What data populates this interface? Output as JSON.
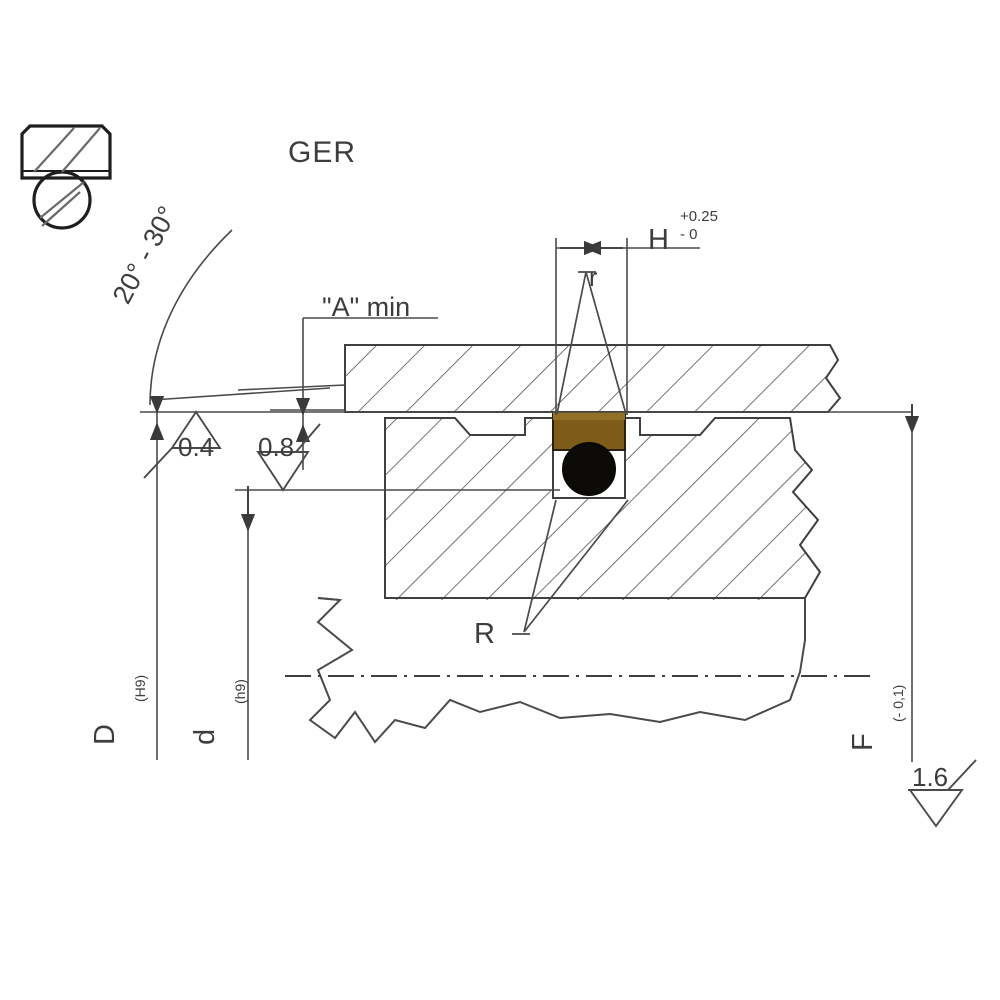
{
  "drawing": {
    "type": "engineering-cross-section",
    "title_code": "GER",
    "description": "Seal groove housing cross-section with rectangular seal ring and O-ring energizer",
    "colors": {
      "line": "#4a4a4a",
      "line_dark": "#2e2e2e",
      "text": "#3d3d3d",
      "seal_ring": "#7d5c19",
      "seal_ring_top": "#8a6a22",
      "o_ring": "#0d0b08",
      "background": "#ffffff"
    }
  },
  "labels": {
    "profile_code": "GER",
    "a_min": "\"A\" min",
    "h_symbol": "H",
    "h_tol_upper": "+0.25",
    "h_tol_lower": "- 0",
    "radius_small": "r",
    "radius_big": "R",
    "roughness_04": "0.4",
    "roughness_08": "0.8",
    "roughness_16": "1.6",
    "chamfer_angle": "20° - 30°",
    "dim_D": "D",
    "dim_D_fit": "(H9)",
    "dim_d": "d",
    "dim_d_fit": "(h9)",
    "dim_F": "F",
    "dim_F_tol": "(- 0,1)"
  },
  "icons": {
    "profile_icon": "seal-profile-icon",
    "roughness_triangle": "surface-roughness-triangle-icon"
  },
  "dimensions_list": [
    {
      "name": "D",
      "fit": "(H9)",
      "meaning": "bore diameter"
    },
    {
      "name": "d",
      "fit": "(h9)",
      "meaning": "groove root diameter"
    },
    {
      "name": "H",
      "tolerance": "+0.25 / -0",
      "meaning": "groove width"
    },
    {
      "name": "F",
      "tolerance": "(- 0,1)",
      "meaning": "shaft / housing depth"
    },
    {
      "name": "\"A\" min",
      "meaning": "minimum lead-in length"
    },
    {
      "name": "r",
      "meaning": "groove corner radius"
    },
    {
      "name": "R",
      "meaning": "groove bottom radius"
    }
  ],
  "surface_finishes": [
    {
      "value": "0.4",
      "location": "bore surface"
    },
    {
      "value": "0.8",
      "location": "groove root surface"
    },
    {
      "value": "1.6",
      "location": "general"
    }
  ]
}
